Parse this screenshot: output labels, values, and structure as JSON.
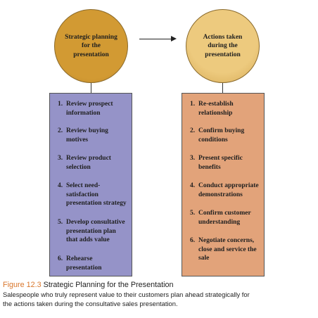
{
  "colors": {
    "circle_fill": "#d29a33",
    "circle_right_fill": "#edca7e",
    "left_box_fill": "#9593c8",
    "right_box_fill": "#e2a37a",
    "figure_label": "#d9762b"
  },
  "diagram": {
    "left_circle": "Strategic planning\nfor the\npresentation",
    "right_circle": "Actions taken\nduring the\npresentation",
    "left_steps": [
      {
        "num": "1.",
        "text": "Review prospect\ninformation"
      },
      {
        "num": "2.",
        "text": "Review buying\nmotives"
      },
      {
        "num": "3.",
        "text": "Review product\nselection"
      },
      {
        "num": "4.",
        "text": "Select need-\nsatisfaction\npresentation strategy"
      },
      {
        "num": "5.",
        "text": "Develop consultative\npresentation plan\nthat adds value"
      },
      {
        "num": "6.",
        "text": "Rehearse\npresentation"
      }
    ],
    "right_steps": [
      {
        "num": "1.",
        "text": "Re-establish\nrelationship"
      },
      {
        "num": "2.",
        "text": "Confirm buying\nconditions"
      },
      {
        "num": "3.",
        "text": "Present specific\nbenefits"
      },
      {
        "num": "4.",
        "text": "Conduct appropriate\ndemonstrations"
      },
      {
        "num": "5.",
        "text": "Confirm customer\nunderstanding"
      },
      {
        "num": "6.",
        "text": "Negotiate concerns,\nclose and service the\nsale"
      }
    ]
  },
  "caption": {
    "label": "Figure 12.3",
    "title": "Strategic Planning for the Presentation",
    "body": "Salespeople who truly represent value to their customers plan ahead strategically for\nthe actions taken during the consultative sales presentation."
  }
}
